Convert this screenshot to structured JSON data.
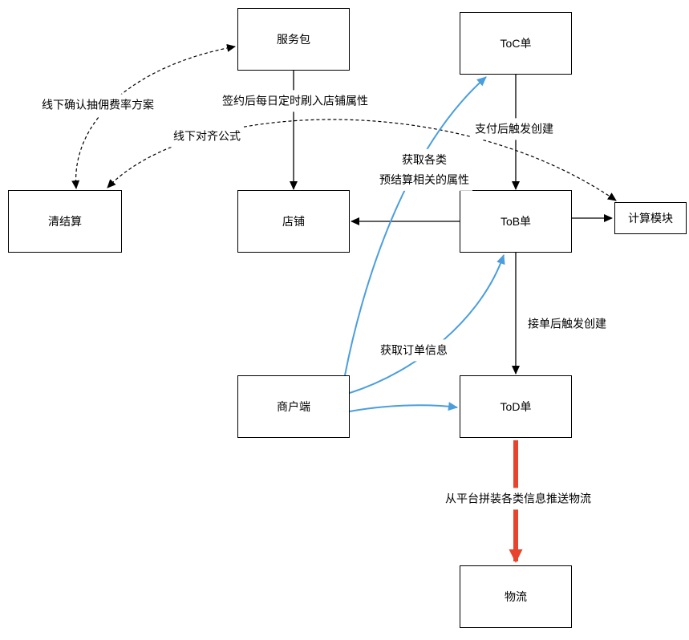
{
  "nodes": {
    "service_package": {
      "label": "服务包"
    },
    "toc_order": {
      "label": "ToC单"
    },
    "clearing": {
      "label": "清结算"
    },
    "shop": {
      "label": "店铺"
    },
    "tob_order": {
      "label": "ToB单"
    },
    "calc_module": {
      "label": "计算模块"
    },
    "merchant": {
      "label": "商户端"
    },
    "tod_order": {
      "label": "ToD单"
    },
    "logistics": {
      "label": "物流"
    }
  },
  "edges": {
    "confirm_commission": {
      "from": "清结算",
      "to": "服务包",
      "label": "线下确认抽佣费率方案",
      "style": "dashed",
      "color": "black",
      "bidirectional": true
    },
    "align_formula": {
      "from": "清结算",
      "to": "计算模块",
      "label": "线下对齐公式",
      "style": "dashed",
      "color": "black",
      "bidirectional": true
    },
    "sign_refresh": {
      "from": "服务包",
      "to": "店铺",
      "label": "签约后每日定时刷入店铺属性",
      "style": "solid",
      "color": "black"
    },
    "pay_trigger": {
      "from": "ToC单",
      "to": "ToB单",
      "label": "支付后触发创建",
      "style": "solid",
      "color": "black"
    },
    "tob_to_shop": {
      "from": "ToB单",
      "to": "店铺",
      "label": "",
      "style": "solid",
      "color": "black"
    },
    "tob_to_calc": {
      "from": "ToB单",
      "to": "计算模块",
      "label": "",
      "style": "solid",
      "color": "black"
    },
    "get_presettle_attrs": {
      "from": "商户端",
      "to": "ToC单",
      "label": "获取各类\n预结算相关的属性",
      "style": "solid",
      "color": "blue"
    },
    "get_order_info": {
      "from": "商户端",
      "to": "ToB单",
      "label": "获取订单信息",
      "style": "solid",
      "color": "blue"
    },
    "accept_trigger": {
      "from": "ToB单",
      "to": "ToD单",
      "label": "接单后触发创建",
      "style": "solid",
      "color": "black"
    },
    "merchant_to_tod": {
      "from": "商户端",
      "to": "ToD单",
      "label": "",
      "style": "solid",
      "color": "blue"
    },
    "push_logistics": {
      "from": "ToD单",
      "to": "物流",
      "label": "从平台拼装各类信息推送物流",
      "style": "solid-thick",
      "color": "red"
    }
  },
  "colors": {
    "arrow_black": "#000000",
    "arrow_blue": "#4A9EDE",
    "arrow_red": "#E8442D",
    "node_border": "#000000",
    "background": "#FFFFFF"
  }
}
